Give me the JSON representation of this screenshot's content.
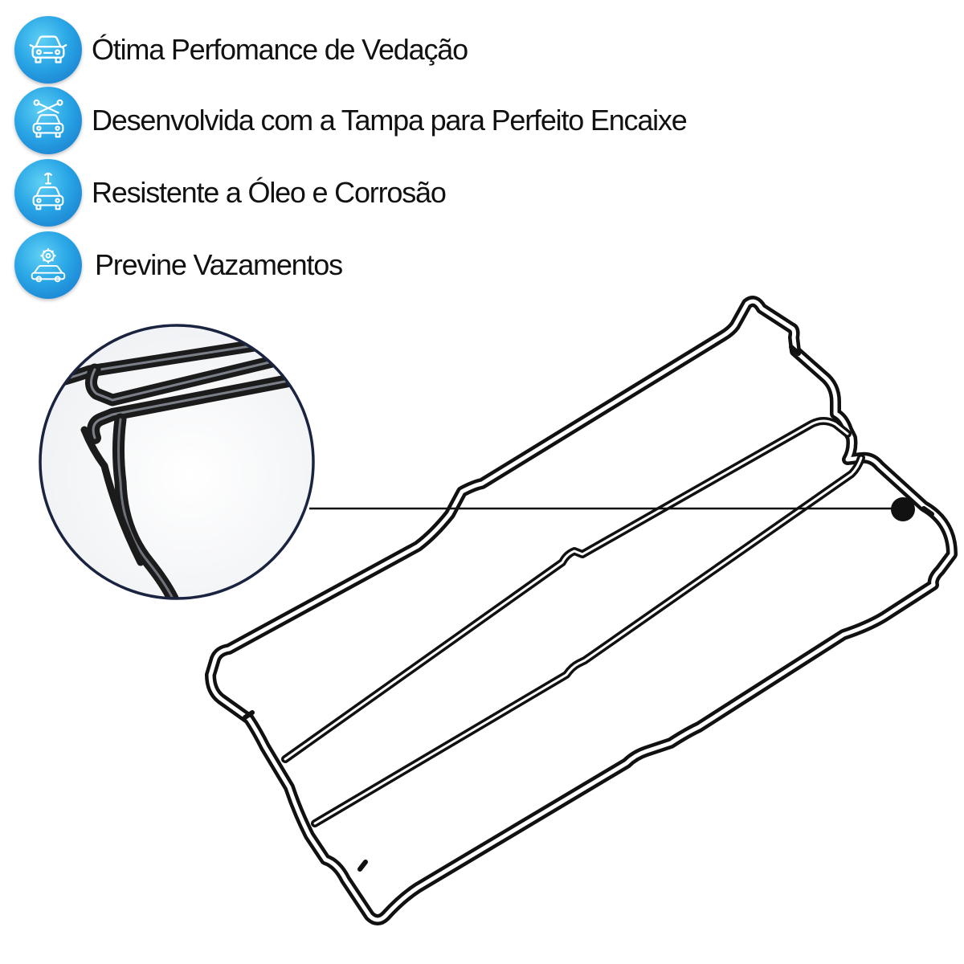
{
  "features": [
    {
      "icon": "car-front-icon",
      "text": "Ótima Perfomance de Vedação"
    },
    {
      "icon": "car-wrench-icon",
      "text": "Desenvolvida com a Tampa para Perfeito Encaixe"
    },
    {
      "icon": "car-service-icon",
      "text": "Resistente a Óleo e Corrosão"
    },
    {
      "icon": "car-gear-icon",
      "text": "Previne Vazamentos"
    }
  ],
  "colors": {
    "icon_gradient_light": "#5fd0f5",
    "icon_gradient_dark": "#1474c9",
    "gasket": "#111111",
    "zoom_circle_border": "#1a2440"
  }
}
